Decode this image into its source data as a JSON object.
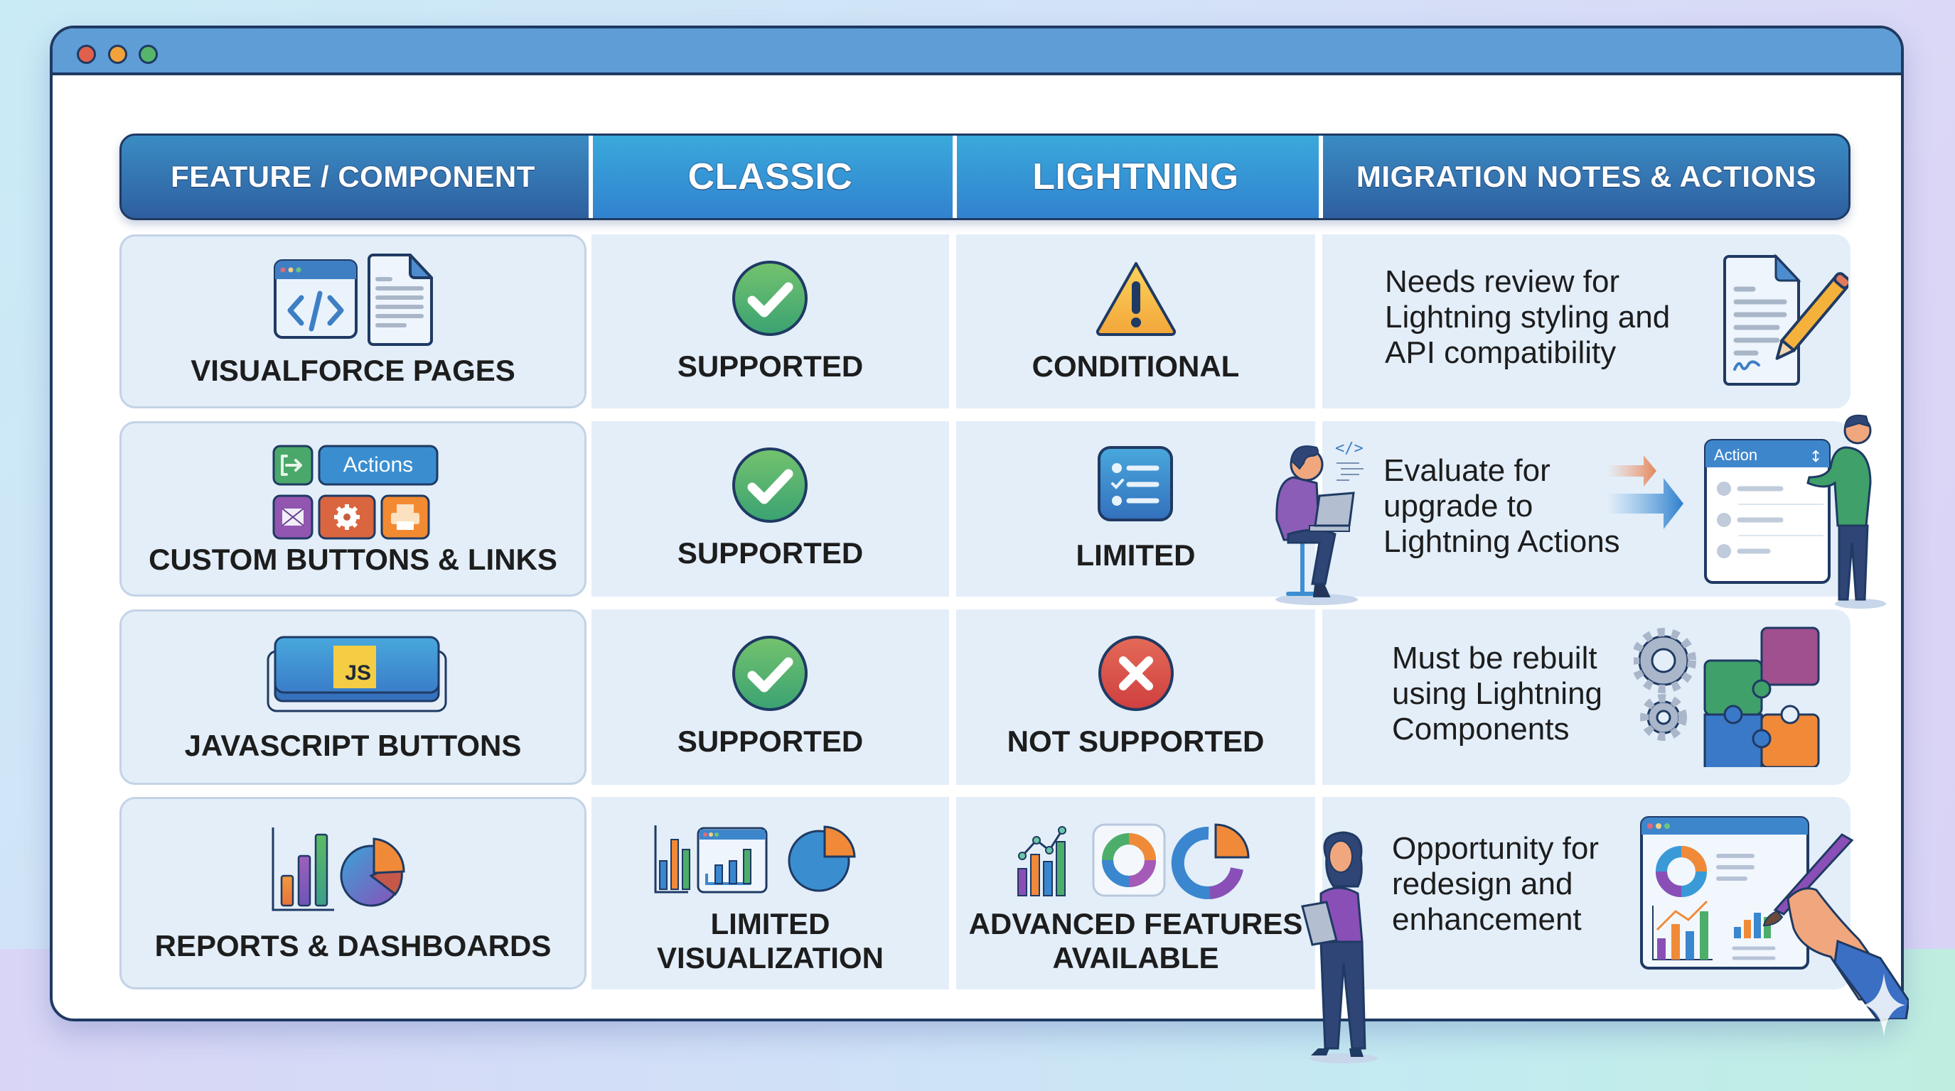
{
  "window": {
    "controls": [
      "close",
      "minimize",
      "maximize"
    ]
  },
  "table": {
    "headers": [
      "FEATURE / COMPONENT",
      "CLASSIC",
      "LIGHTNING",
      "MIGRATION NOTES & ACTIONS"
    ],
    "rows": [
      {
        "feature": "VISUALFORCE PAGES",
        "feature_icon": "code-window-and-document-icon",
        "classic": {
          "status": "SUPPORTED",
          "icon": "check-circle-icon"
        },
        "lightning": {
          "status": "CONDITIONAL",
          "icon": "warning-triangle-icon"
        },
        "notes": {
          "lines": [
            "Needs review for",
            "Lightning styling and",
            "API compatibility"
          ],
          "illustration": "document-with-pencil-icon"
        }
      },
      {
        "feature": "CUSTOM BUTTONS & LINKS",
        "feature_icon": "action-buttons-icon",
        "feature_button_label": "Actions",
        "classic": {
          "status": "SUPPORTED",
          "icon": "check-circle-icon"
        },
        "lightning": {
          "status": "LIMITED",
          "icon": "checklist-icon"
        },
        "notes": {
          "lines": [
            "Evaluate for",
            "upgrade to",
            "Lightning Actions"
          ],
          "illustration": "developers-with-action-menu",
          "action_menu_label": "Action"
        }
      },
      {
        "feature": "JAVASCRIPT BUTTONS",
        "feature_icon": "js-button-icon",
        "feature_badge": "JS",
        "classic": {
          "status": "SUPPORTED",
          "icon": "check-circle-icon"
        },
        "lightning": {
          "status": "NOT SUPPORTED",
          "icon": "x-circle-icon"
        },
        "notes": {
          "lines": [
            "Must be rebuilt",
            "using Lightning",
            "Components"
          ],
          "illustration": "gears-and-puzzle-icon"
        }
      },
      {
        "feature": "REPORTS & DASHBOARDS",
        "feature_icon": "bar-and-pie-chart-icon",
        "classic": {
          "status_lines": [
            "LIMITED",
            "VISUALIZATION"
          ],
          "icon": "basic-charts-icon"
        },
        "lightning": {
          "status_lines": [
            "ADVANCED FEATURES",
            "AVAILABLE"
          ],
          "icon": "advanced-charts-icon"
        },
        "notes": {
          "lines": [
            "Opportunity for",
            "redesign and",
            "enhancement"
          ],
          "illustration": "dashboard-with-paintbrush"
        }
      }
    ]
  },
  "colors": {
    "header_dark": "#2e5f9f",
    "header_light": "#3aa9db",
    "cell_bg": "#e3eef9",
    "supported": "#4cae6a",
    "conditional": "#f5b43c",
    "not_supported": "#d9483f",
    "limited": "#3a86cf",
    "outline": "#1f3a63"
  }
}
